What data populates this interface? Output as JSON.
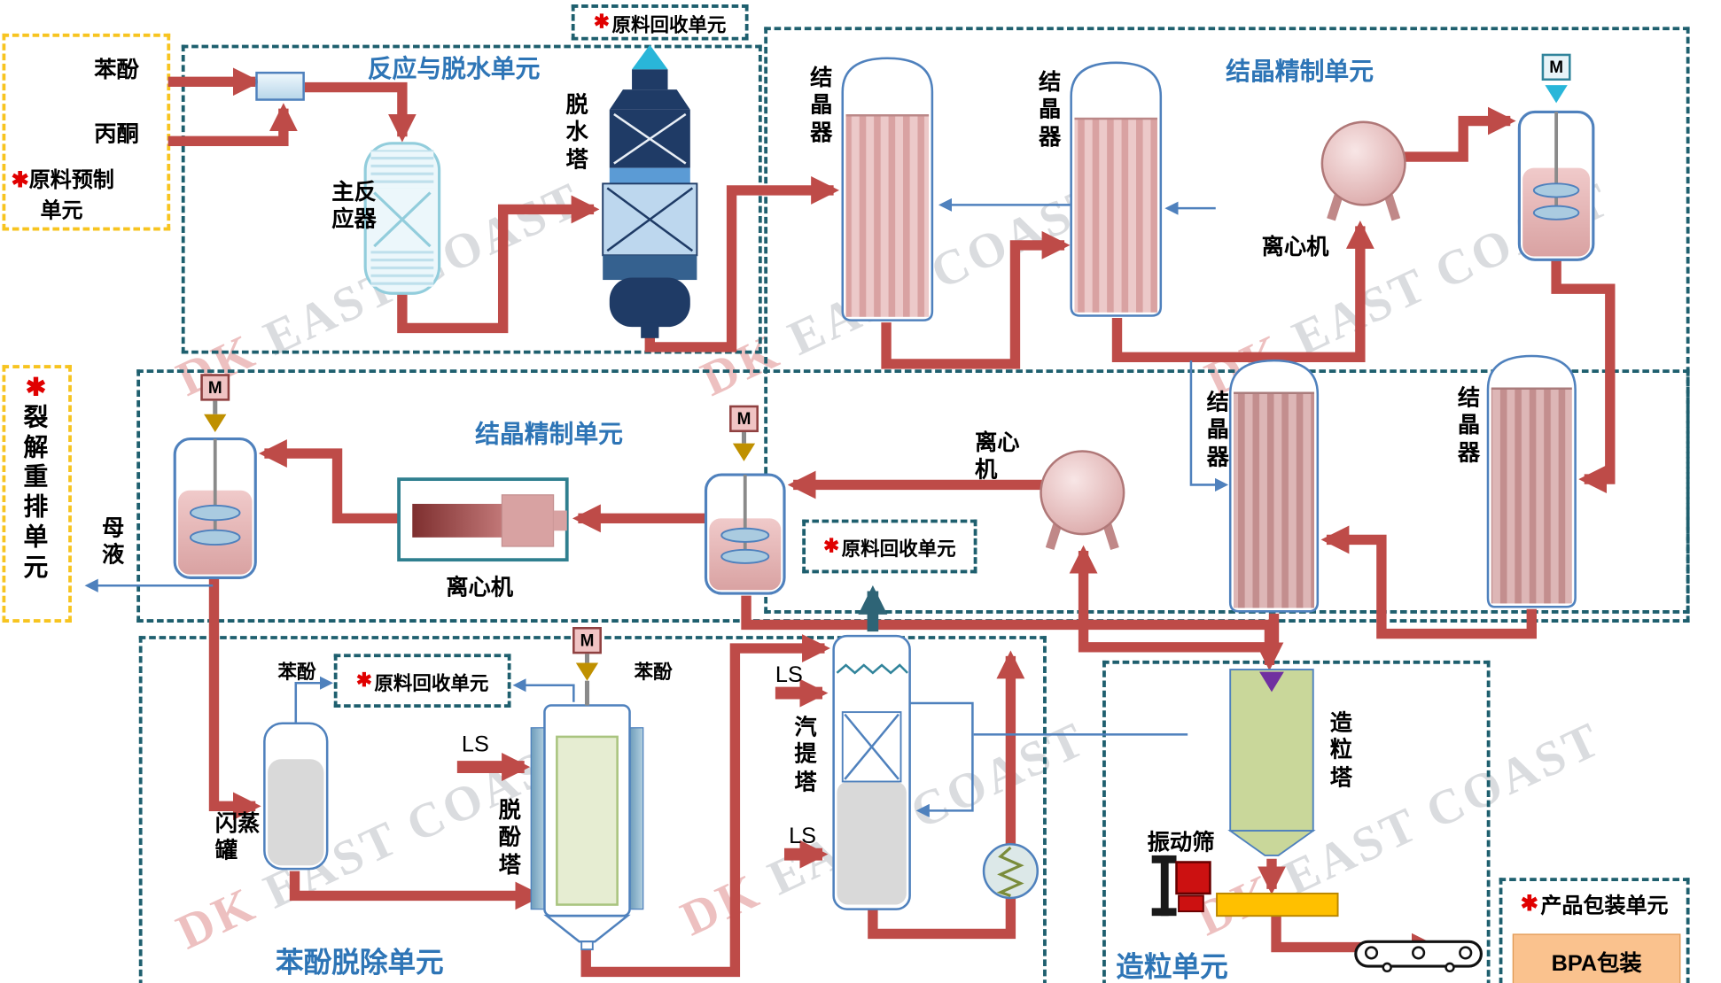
{
  "misc": {
    "asterisk": "✱",
    "motor": "M",
    "watermark_dk": "DK",
    "watermark_rest": " EAST COAST"
  },
  "units": {
    "raw_prep_line1": "原料预制",
    "raw_prep_line2": "单元",
    "reaction": "反应与脱水单元",
    "recovery": "原料回收单元",
    "crystallization": "结晶精制单元",
    "cracking": "裂解重排单元",
    "phenol_removal": "苯酚脱除单元",
    "granulation": "造粒单元",
    "packaging": "产品包装单元",
    "bpa_packing": "BPA包装"
  },
  "equipment": {
    "main_reactor": "主反应器",
    "dehydration_tower": "脱水塔",
    "crystallizer": "结晶器",
    "centrifuge": "离心机",
    "flash_tank": "闪蒸罐",
    "dephenol_tower": "脱酚塔",
    "stripping_tower": "汽提塔",
    "granulation_tower": "造粒塔",
    "vibrating_screen": "振动筛"
  },
  "streams": {
    "phenol": "苯酚",
    "acetone": "丙酮",
    "mother_liquor": "母液",
    "steam": "LS"
  }
}
